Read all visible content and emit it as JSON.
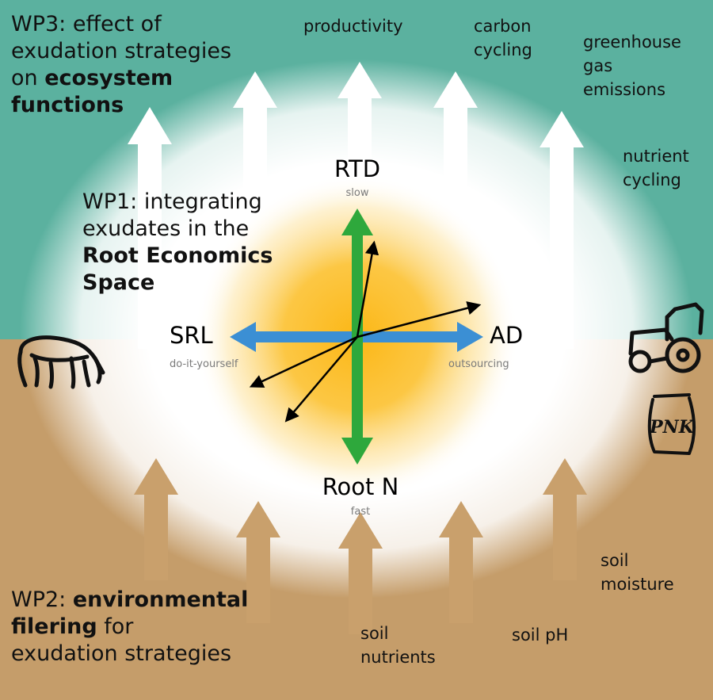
{
  "colors": {
    "ecosystem_band": "#5bb19f",
    "soil_band": "#c59d6a",
    "center_glow": "#fbb716",
    "green_axis": "#2ea83c",
    "blue_axis": "#3b8fd4",
    "up_arrow_white": "#ffffff",
    "up_arrow_soil": "#c9a06c"
  },
  "wp3": {
    "line1": "WP3: effect of",
    "line2": "exudation strategies",
    "line3_prefix": "on ",
    "line3_bold": "ecosystem",
    "line4_bold": "functions"
  },
  "wp1": {
    "line1": "WP1: integrating",
    "line2": "exudates in the",
    "line3_bold": "Root Economics",
    "line4_bold": "Space"
  },
  "wp2": {
    "line1_prefix": "WP2: ",
    "line1_bold": "environmental",
    "line2_bold": "filering",
    "line2_suffix": " for",
    "line3": "exudation strategies"
  },
  "ecosystem_functions": {
    "productivity": "productivity",
    "carbon": [
      "carbon",
      "cycling"
    ],
    "ghg": [
      "greenhouse",
      "gas",
      "emissions"
    ],
    "nutrient": [
      "nutrient",
      "cycling"
    ]
  },
  "soil_factors": {
    "nutrients": [
      "soil",
      "nutrients"
    ],
    "ph": "soil pH",
    "moisture": [
      "soil",
      "moisture"
    ]
  },
  "axes": {
    "top": {
      "label": "RTD",
      "sub": "slow"
    },
    "bottom": {
      "label": "Root N",
      "sub": "fast"
    },
    "left": {
      "label": "SRL",
      "sub": "do-it-yourself"
    },
    "right": {
      "label": "AD",
      "sub": "outsourcing"
    }
  },
  "pictograms": [
    "grazing-animal-icon",
    "tractor-icon",
    "fertilizer-bag-icon"
  ],
  "fertilizer_letters": "PNK"
}
